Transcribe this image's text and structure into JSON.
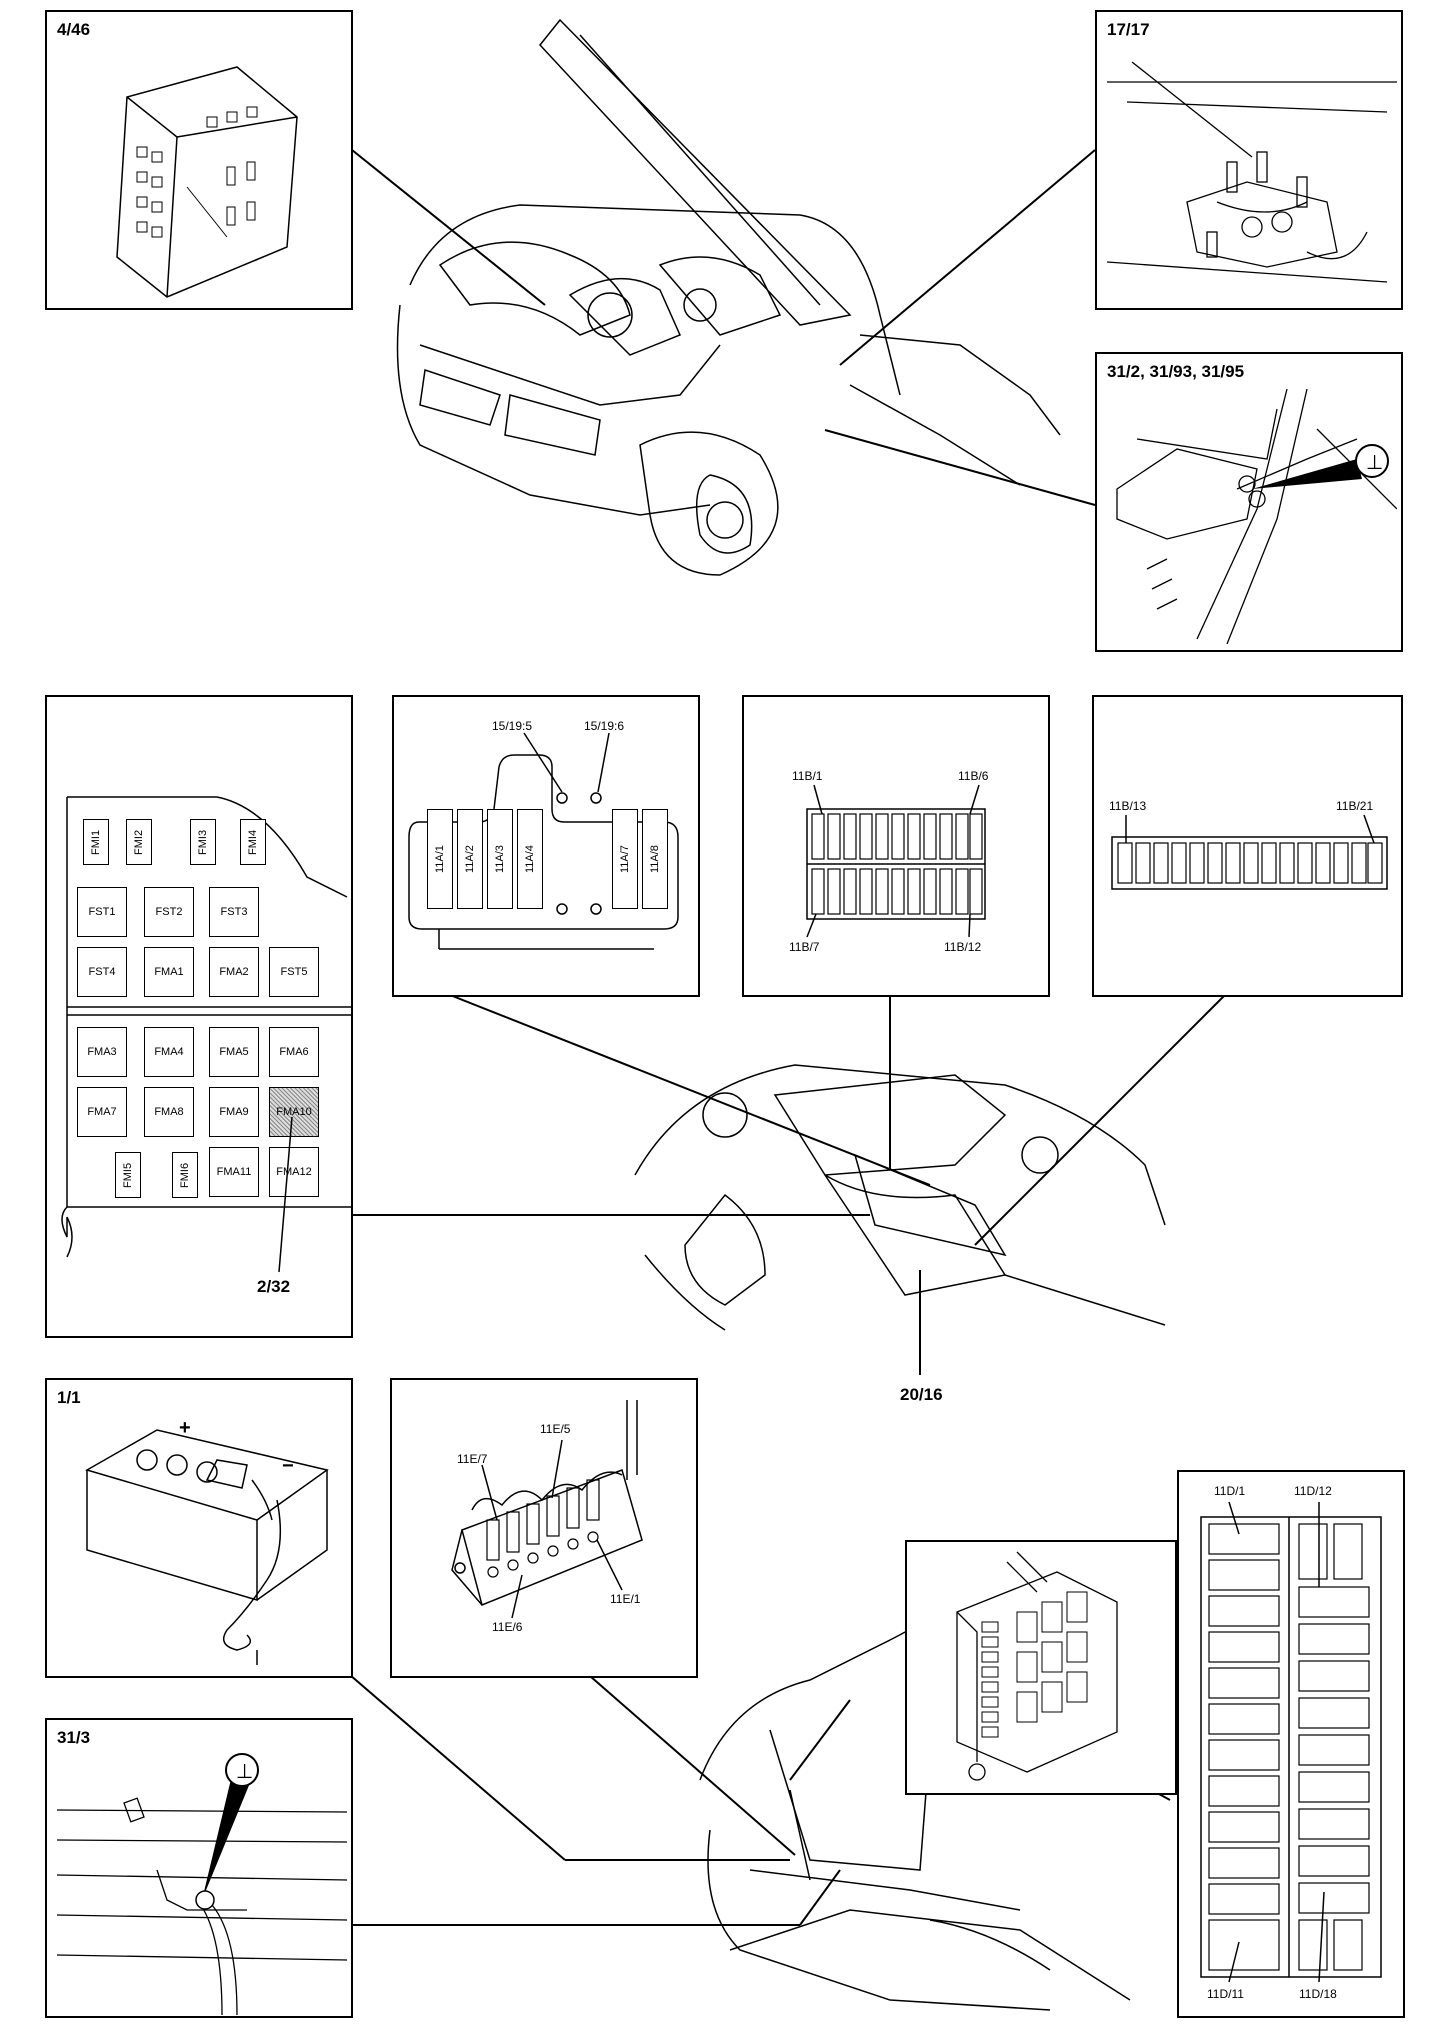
{
  "panels": {
    "ecm": {
      "title": "4/46"
    },
    "relay_top": {
      "title": "17/17"
    },
    "ground_engine": {
      "title": "31/2, 31/93, 31/95"
    },
    "fusebox_main": {
      "row1": [
        "FMI1",
        "FMI2",
        "FMI3",
        "FMI4"
      ],
      "row2": [
        "FST1",
        "FST2",
        "FST3"
      ],
      "row3": [
        "FST4",
        "FMA1",
        "FMA2",
        "FST5"
      ],
      "row4": [
        "FMA3",
        "FMA4",
        "FMA5",
        "FMA6"
      ],
      "row5": [
        "FMA7",
        "FMA8",
        "FMA9",
        "FMA10"
      ],
      "row6": [
        "FMI5",
        "FMI6",
        "FMA11",
        "FMA12"
      ],
      "callout": "2/32"
    },
    "fuse_11a": {
      "label_left": "15/19:5",
      "label_right": "15/19:6",
      "fuses_left": [
        "11A/1",
        "11A/2",
        "11A/3",
        "11A/4"
      ],
      "fuses_right": [
        "11A/7",
        "11A/8"
      ]
    },
    "fuse_11b_a": {
      "tl": "11B/1",
      "tr": "11B/6",
      "bl": "11B/7",
      "br": "11B/12"
    },
    "fuse_11b_b": {
      "tl": "11B/13",
      "tr": "11B/21"
    },
    "engine_bay_callout": "20/16",
    "battery": {
      "title": "1/1"
    },
    "fuse_11e": {
      "l5": "11E/5",
      "l7": "11E/7",
      "l1": "11E/1",
      "l6": "11E/6"
    },
    "ground_trunk": {
      "title": "31/3"
    },
    "fuse_11d": {
      "tl": "11D/1",
      "tr": "11D/12",
      "bl": "11D/11",
      "br": "11D/18"
    }
  }
}
